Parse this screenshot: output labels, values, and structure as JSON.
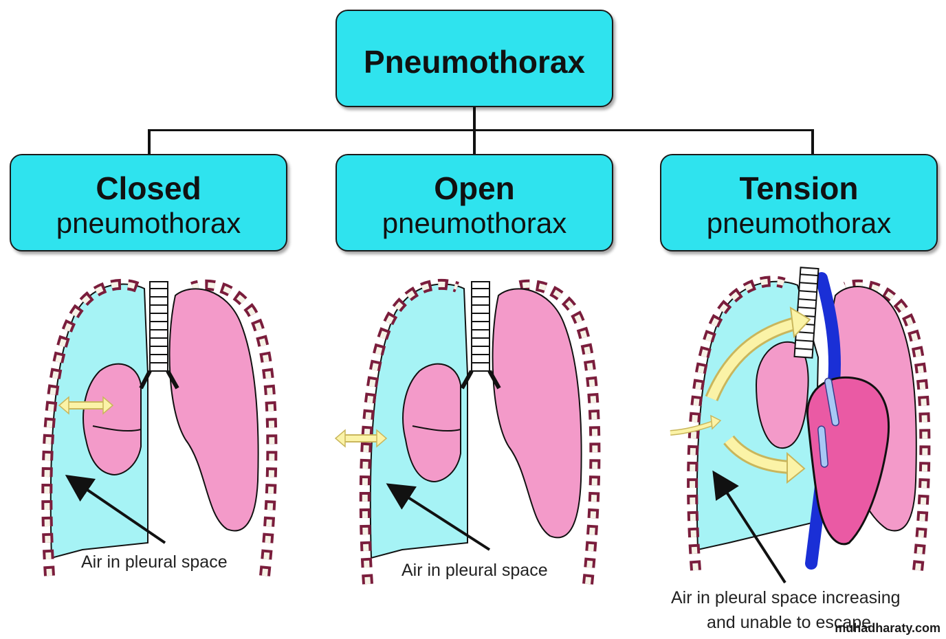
{
  "root": {
    "title": "Pneumothorax"
  },
  "types": [
    {
      "name": "Closed",
      "subtitle": "pneumothorax",
      "annotation": "Air in pleural space"
    },
    {
      "name": "Open",
      "subtitle": "pneumothorax",
      "annotation": "Air in pleural space"
    },
    {
      "name": "Tension",
      "subtitle": "pneumothorax",
      "annotation_line1": "Air in pleural space increasing",
      "annotation_line2": "and unable to escape"
    }
  ],
  "watermark": "muhadharaty.com",
  "colors": {
    "box_fill": "#2fe3ee",
    "pleural_air": "#a6f3f5",
    "lung": "#f39ac9",
    "heart": "#ea5aa4",
    "vein": "#1a2fd6",
    "arrow": "#fbf3a7"
  }
}
